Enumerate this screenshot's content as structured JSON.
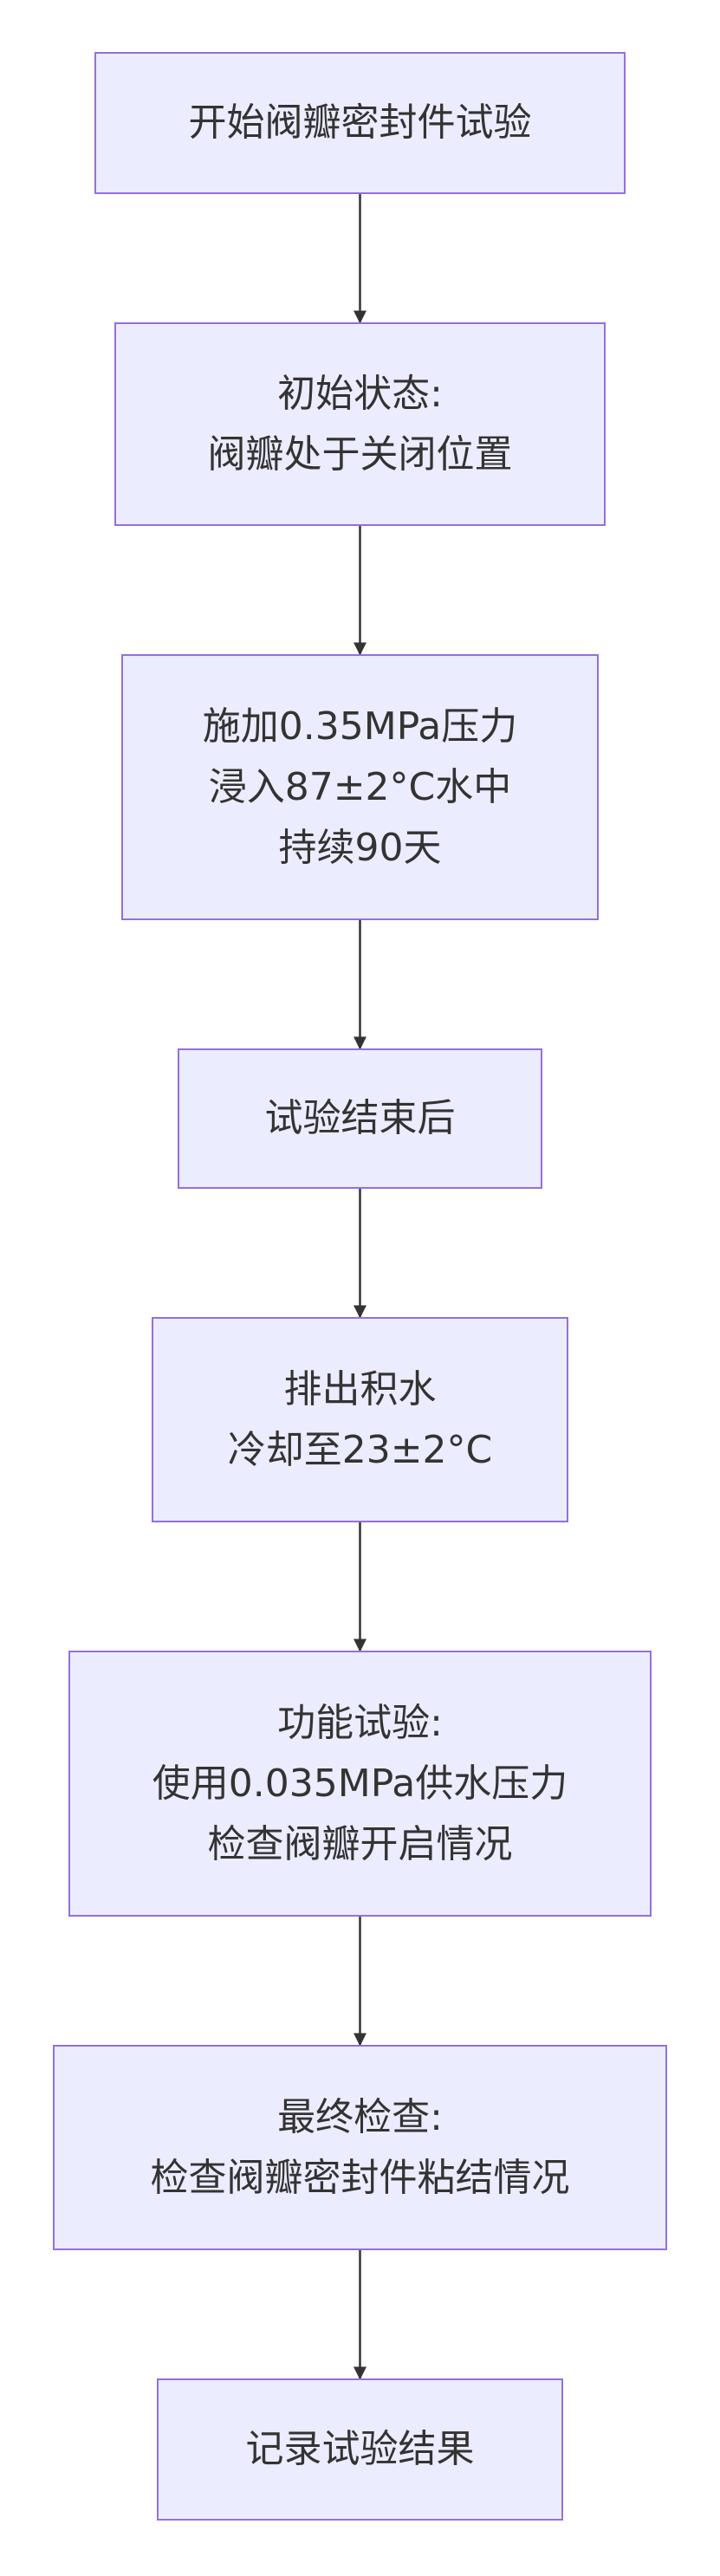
{
  "colors": {
    "node_fill": "#ececff",
    "node_border": "#9370db",
    "text": "#333333",
    "edge": "#333333"
  },
  "nodes": [
    {
      "id": "start",
      "lines": [
        "开始阀瓣密封件试验"
      ]
    },
    {
      "id": "initial",
      "lines": [
        "初始状态:",
        "阀瓣处于关闭位置"
      ]
    },
    {
      "id": "apply",
      "lines": [
        "施加0.35MPa压力",
        "浸入87±2°C水中",
        "持续90天"
      ]
    },
    {
      "id": "end_test",
      "lines": [
        "试验结束后"
      ]
    },
    {
      "id": "drain",
      "lines": [
        "排出积水",
        "冷却至23±2°C"
      ]
    },
    {
      "id": "function",
      "lines": [
        "功能试验:",
        "使用0.035MPa供水压力",
        "检查阀瓣开启情况"
      ]
    },
    {
      "id": "final",
      "lines": [
        "最终检查:",
        "检查阀瓣密封件粘结情况"
      ]
    },
    {
      "id": "record",
      "lines": [
        "记录试验结果"
      ]
    }
  ]
}
